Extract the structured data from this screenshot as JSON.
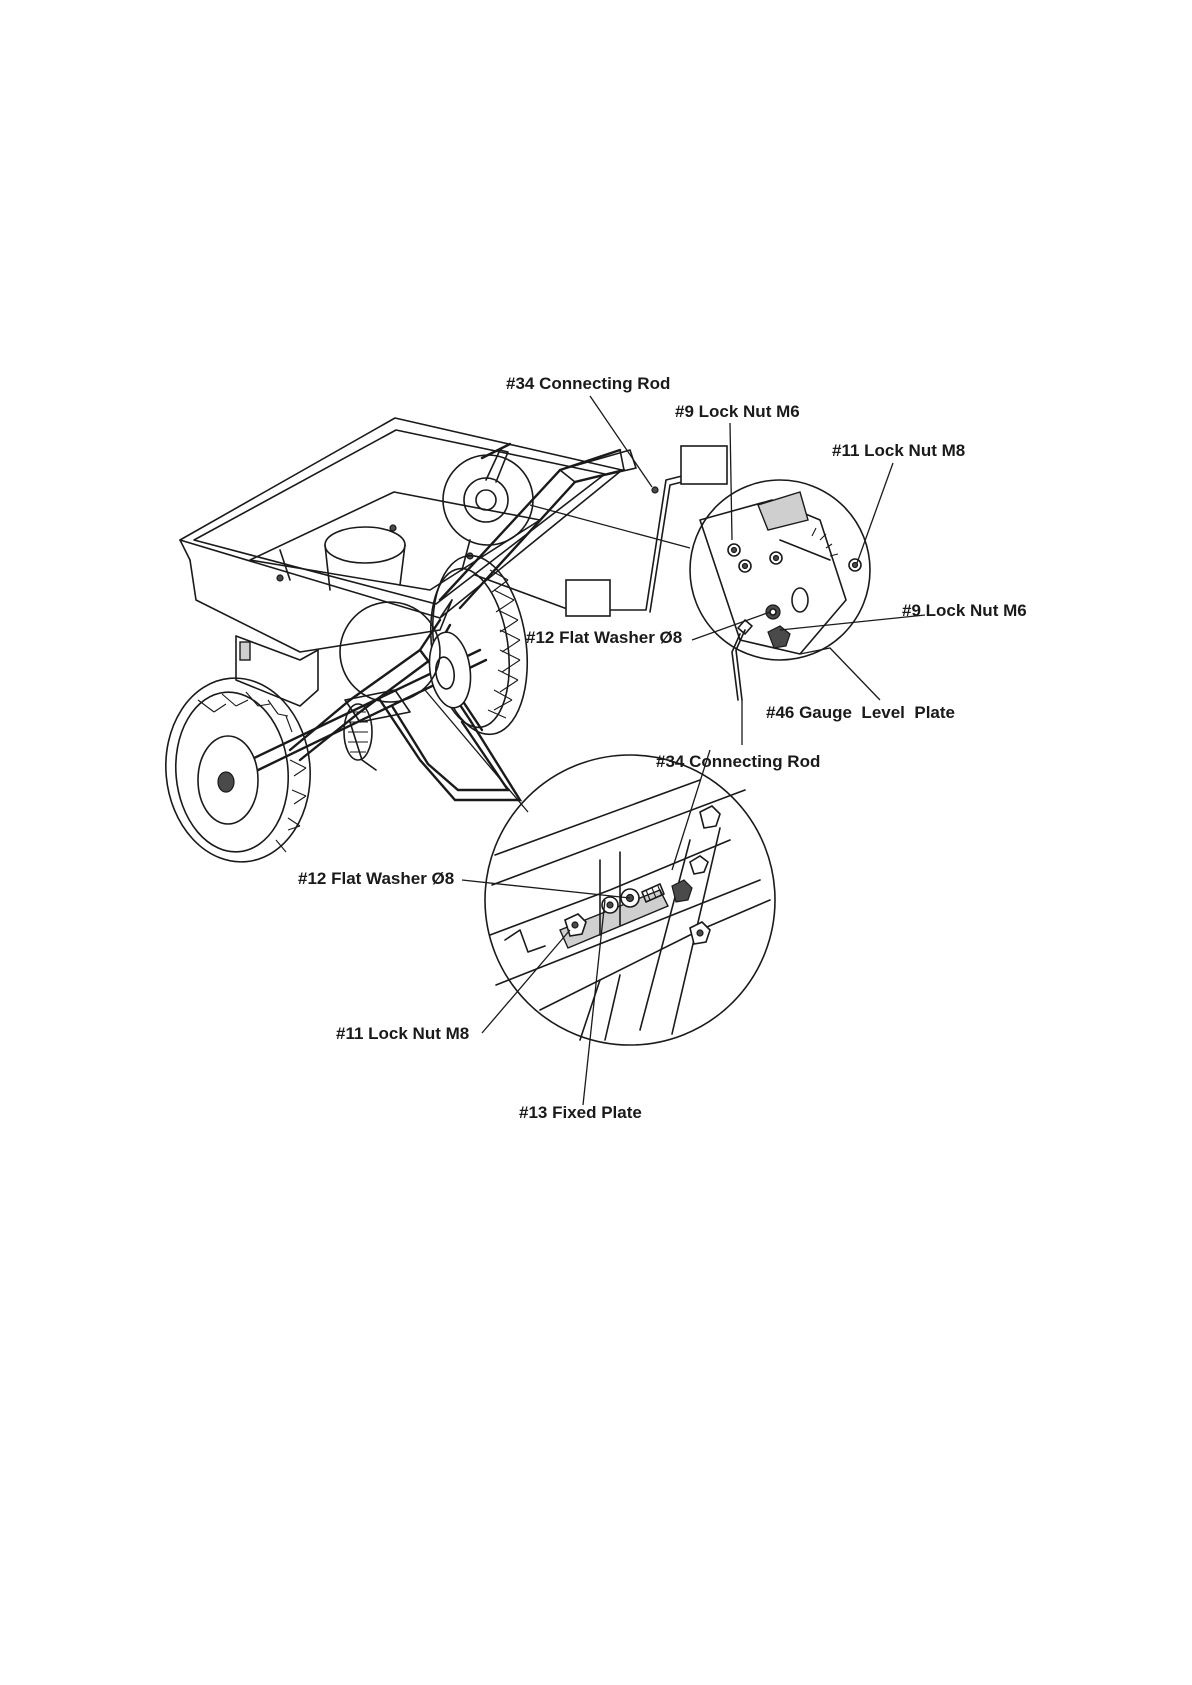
{
  "diagram": {
    "labels": {
      "connecting_rod_top": "#34 Connecting Rod",
      "lock_nut_m6_top": "#9 Lock Nut M6",
      "lock_nut_m8_right": "#11 Lock Nut M8",
      "lock_nut_m6_right": "#9 Lock Nut M6",
      "flat_washer_mid": "#12 Flat Washer Ø8",
      "gauge_level_plate": "#46 Gauge  Level  Plate",
      "connecting_rod_mid": "#34 Connecting Rod",
      "flat_washer_lower": "#12 Flat Washer Ø8",
      "lock_nut_m8_lower": "#11 Lock Nut M8",
      "fixed_plate": "#13 Fixed Plate"
    },
    "detail_boxes": 2,
    "detail_circles": 3
  }
}
